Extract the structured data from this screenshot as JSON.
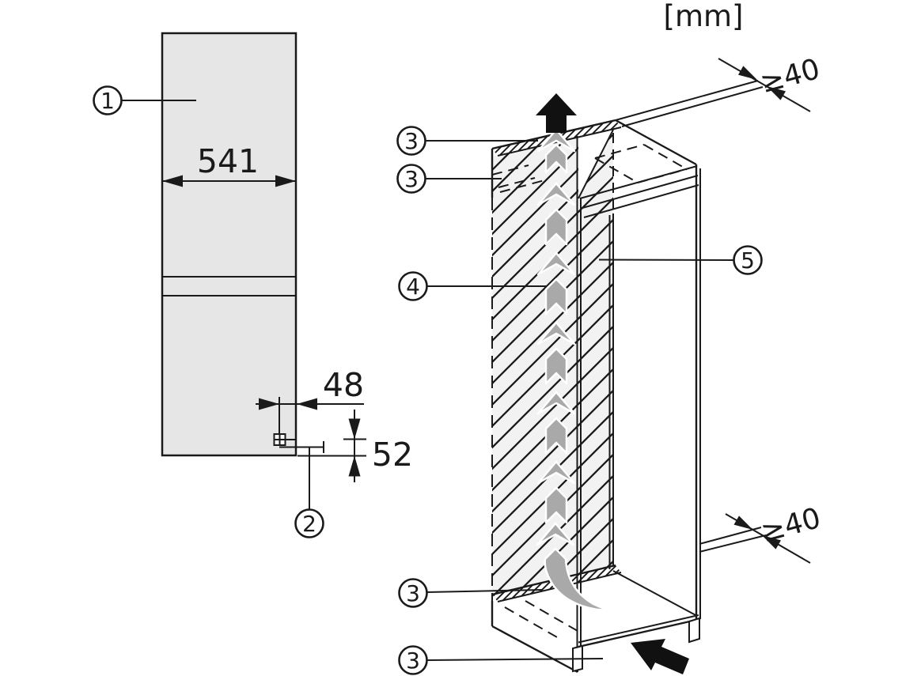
{
  "unit_label": "[mm]",
  "front_view": {
    "panel_width_mm": "541",
    "hinge_offset_mm": "48",
    "hinge_drop_mm": "52",
    "callout_panel": "1",
    "callout_hinge": "2"
  },
  "iso_view": {
    "top_gap_mm": "≥40",
    "bottom_gap_mm": "≥40",
    "callout_vent_top_outer": "3",
    "callout_vent_top_inner": "3",
    "callout_airflow": "4",
    "callout_rear_wall": "5",
    "callout_vent_bottom": "3",
    "callout_plinth_vent": "3"
  },
  "colors": {
    "line": "#1a1a1a",
    "panel_fill": "#e6e6e6",
    "hatch_fill": "#f2f2f2",
    "arrow_gray": "#a9a9a9",
    "arrow_black": "#111111",
    "background": "#ffffff"
  }
}
